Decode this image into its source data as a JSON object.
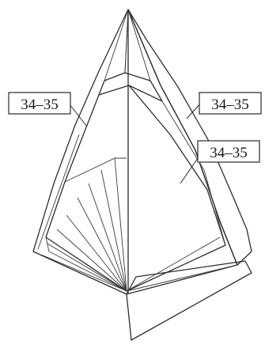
{
  "labels": [
    {
      "text": "34–35"
    },
    {
      "text": "34–35"
    },
    {
      "text": "34–35"
    }
  ],
  "colors": {
    "paper_fill": "#9b9b9b",
    "paper_shadow": "#8a8a8a",
    "paper_light": "#a9a9a9",
    "line": "#2e2e2e",
    "background": "#ffffff"
  }
}
